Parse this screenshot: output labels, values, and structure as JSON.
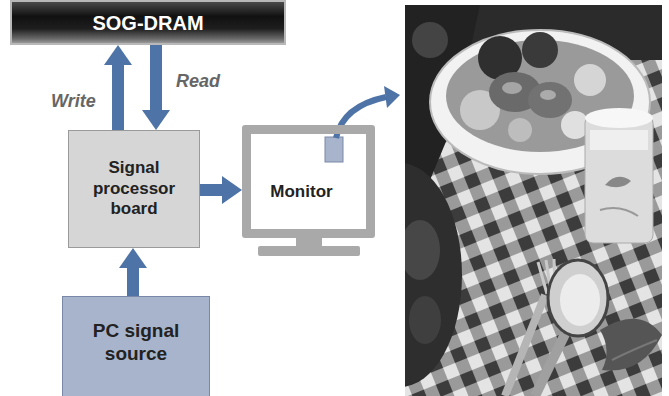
{
  "diagram": {
    "nodes": [
      {
        "text": [
          "SOG-DRAM"
        ]
      },
      {
        "text": [
          "Signal processor board"
        ]
      },
      {
        "text": [
          "Monitor"
        ]
      },
      {
        "text": [
          "PC signal source"
        ]
      }
    ],
    "edges": [
      {
        "from": 1,
        "to": 0,
        "arrow": "to",
        "label": "Write"
      },
      {
        "from": 0,
        "to": 1,
        "arrow": "to",
        "label": "Read"
      },
      {
        "from": 3,
        "to": 1,
        "arrow": "to"
      },
      {
        "from": 1,
        "to": 2,
        "arrow": "to"
      }
    ]
  }
}
